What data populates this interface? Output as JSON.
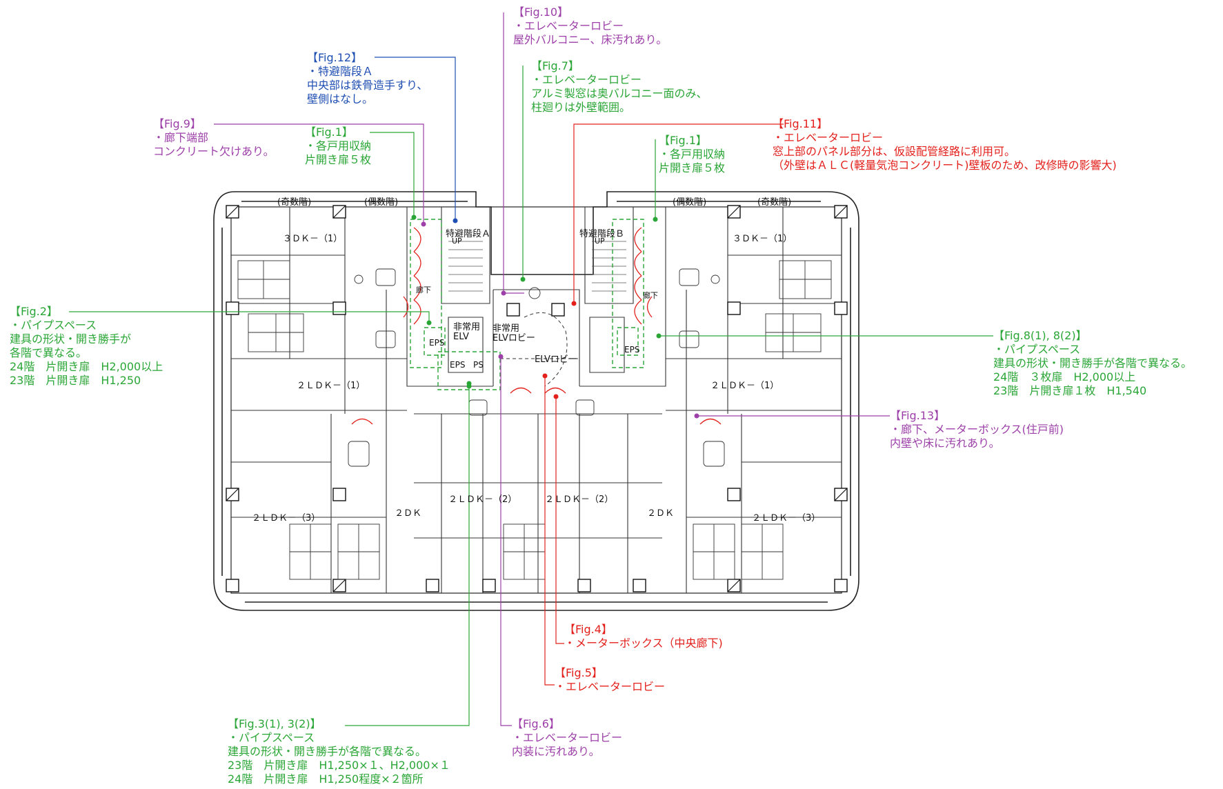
{
  "annotations": {
    "fig10": {
      "color": "#9c3fa8",
      "lines": [
        "【Fig.10】",
        "・エレベーターロビー",
        "屋外バルコニー、床汚れあり。"
      ]
    },
    "fig12": {
      "color": "#1f4fb3",
      "lines": [
        "【Fig.12】",
        "・特避階段Ａ",
        "中央部は鉄骨造手すり、",
        "壁側はなし。"
      ]
    },
    "fig7": {
      "color": "#2aa636",
      "lines": [
        "【Fig.7】",
        "・エレベーターロビー",
        "アルミ製窓は奥バルコニー面のみ、",
        "柱廻りは外壁範囲。"
      ]
    },
    "fig9": {
      "color": "#9c3fa8",
      "lines": [
        "【Fig.9】",
        "・廊下端部",
        "コンクリート欠けあり。"
      ]
    },
    "fig1a": {
      "color": "#2aa636",
      "lines": [
        "【Fig.1】",
        "・各戸用収納",
        "片開き扉５枚"
      ]
    },
    "fig11": {
      "color": "#e3201b",
      "lines": [
        "【Fig.11】",
        "・エレベーターロビー",
        "窓上部のパネル部分は、仮設配管経路に利用可。",
        "（外壁はＡＬＣ(軽量気泡コンクリート)壁板のため、改修時の影響大)"
      ]
    },
    "fig1b": {
      "color": "#2aa636",
      "lines": [
        "【Fig.1】",
        "・各戸用収納",
        "片開き扉５枚"
      ]
    },
    "fig2": {
      "color": "#2aa636",
      "lines": [
        "【Fig.2】",
        "・パイプスペース",
        "建具の形状・開き勝手が",
        "各階で異なる。",
        "24階　片開き扉　H2,000以上",
        "23階　片開き扉　H1,250"
      ]
    },
    "fig8": {
      "color": "#2aa636",
      "lines": [
        "【Fig.8(1), 8(2)】",
        "・パイプスペース",
        "建具の形状・開き勝手が各階で異なる。",
        "24階　３枚扉　H2,000以上",
        "23階　片開き扉１枚　H1,540"
      ]
    },
    "fig13": {
      "color": "#9c3fa8",
      "lines": [
        "【Fig.13】",
        "・廊下、メーターボックス(住戸前)",
        "内壁や床に汚れあり。"
      ]
    },
    "fig4": {
      "color": "#e3201b",
      "lines": [
        "【Fig.4】",
        "・メーターボックス（中央廊下)"
      ]
    },
    "fig5": {
      "color": "#e3201b",
      "lines": [
        "【Fig.5】",
        "・エレベーターロビー"
      ]
    },
    "fig3": {
      "color": "#2aa636",
      "lines": [
        "【Fig.3(1), 3(2)】",
        "・パイプスペース",
        "建具の形状・開き勝手が各階で異なる。",
        "23階　片開き扉　H1,250×１、H2,000×１",
        "24階　片開き扉　H1,250程度×２箇所"
      ]
    },
    "fig6": {
      "color": "#9c3fa8",
      "lines": [
        "【Fig.6】",
        "・エレベーターロビー",
        "内装に汚れあり。"
      ]
    }
  },
  "plan_labels": {
    "odd_left": "(奇数階)",
    "even_left": "(偶数階)",
    "even_right": "(偶数階)",
    "odd_right": "(奇数階)",
    "stair_a": "特避階段Ａ",
    "stair_b": "特避階段Ｂ",
    "up_a": "UP",
    "up_b": "UP",
    "corridor_l": "廊下",
    "corridor_r": "廊下",
    "eps_l": "EPS",
    "eps_r": "EPS",
    "eps_c": "EPS",
    "ps_c": "PS",
    "emerg_elv": "非常用\nELV",
    "emerg_lobby": "非常用\nELVロビー",
    "elv_lobby": "ELVロビー",
    "unit_3dk_l": "３ＤＫ－（1）",
    "unit_3dk_r": "３ＤＫ－（1）",
    "unit_2ldk1_l": "２ＬＤＫ－（1）",
    "unit_2ldk1_r": "２ＬＤＫ－（1）",
    "unit_2ldk2_l": "２ＬＤＫ－（2）",
    "unit_2ldk2_r": "２ＬＤＫ－（2）",
    "unit_2ldk3_l": "２ＬＤＫ－（3）",
    "unit_2ldk3_r": "２ＬＤＫ－（3）",
    "unit_2dk_l": "２ＤＫ",
    "unit_2dk_r": "２ＤＫ"
  }
}
